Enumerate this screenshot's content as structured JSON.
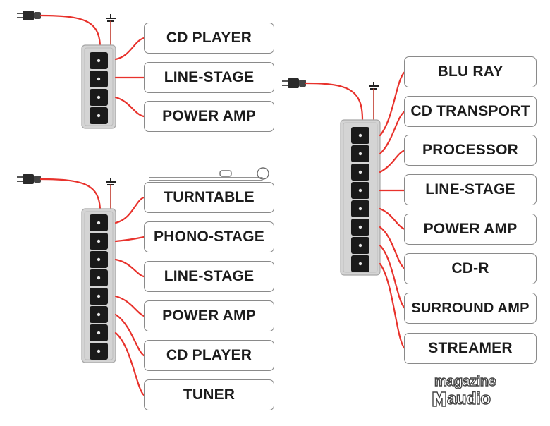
{
  "diagrams": [
    {
      "id": "strip-4",
      "labels": [
        "CD PLAYER",
        "LINE-STAGE",
        "POWER AMP"
      ]
    },
    {
      "id": "strip-8-left",
      "labels": [
        "TURNTABLE",
        "PHONO-STAGE",
        "LINE-STAGE",
        "POWER AMP",
        "CD PLAYER",
        "TUNER"
      ]
    },
    {
      "id": "strip-8-right",
      "labels": [
        "BLU RAY",
        "CD TRANSPORT",
        "PROCESSOR",
        "LINE-STAGE",
        "POWER AMP",
        "CD-R",
        "SURROUND AMP",
        "STREAMER"
      ]
    }
  ],
  "logo": {
    "line1": "magazine",
    "line2": "audio"
  },
  "colors": {
    "cable": "#e8322c",
    "strip": "#d4d4d4",
    "outlet": "#1a1a1a",
    "border": "#8a8a8a"
  }
}
